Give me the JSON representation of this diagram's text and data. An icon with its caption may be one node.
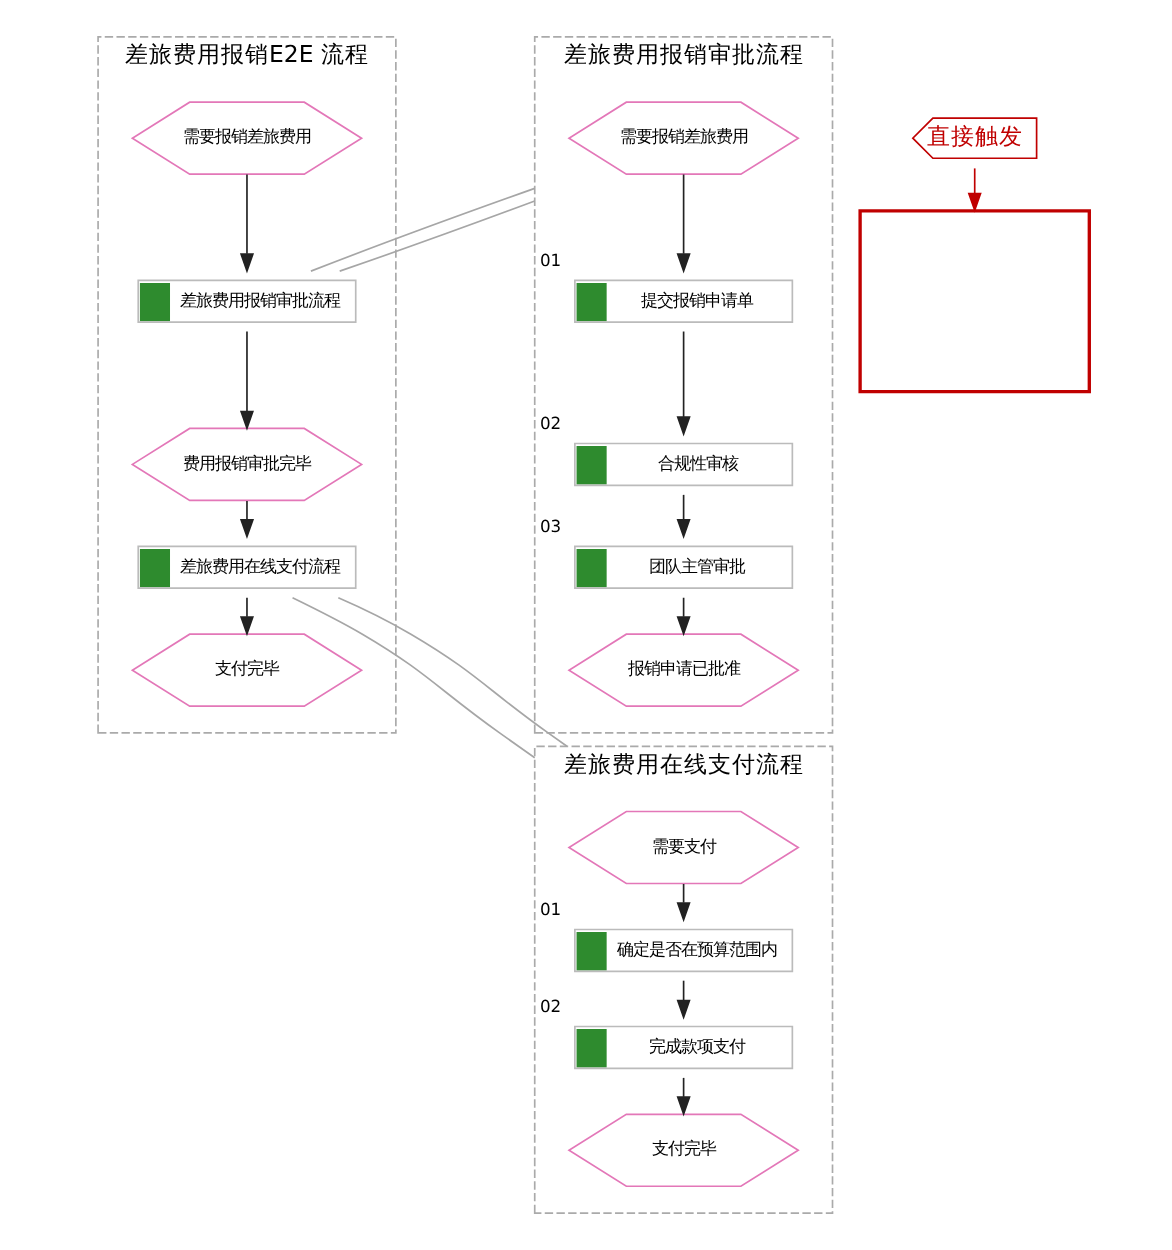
{
  "diagram": {
    "nodes": [
      {
        "text": [
          "差旅费用报销E2E 流程"
        ]
      },
      {
        "text": [
          "需要报销差旅费用"
        ],
        "in": 0
      },
      {
        "text": [
          "差旅费用报销审批流程"
        ],
        "in": 0
      },
      {
        "text": [
          "费用报销审批完毕"
        ],
        "in": 0
      },
      {
        "text": [
          "差旅费用在线支付流程"
        ],
        "in": 0
      },
      {
        "text": [
          "支付完毕"
        ],
        "in": 0
      },
      {
        "text": [
          "差旅费用报销审批流程"
        ]
      },
      {
        "text": [
          "需要报销差旅费用"
        ],
        "in": 6
      },
      {
        "text": [
          "提交报销申请单"
        ],
        "in": 6,
        "beside": [
          "01"
        ]
      },
      {
        "text": [
          "合规性审核"
        ],
        "in": 6,
        "beside": [
          "02"
        ]
      },
      {
        "text": [
          "团队主管审批"
        ],
        "in": 6,
        "beside": [
          "03"
        ]
      },
      {
        "text": [
          "报销申请已批准"
        ],
        "in": 6
      },
      {
        "text": [
          "差旅费用在线支付流程"
        ]
      },
      {
        "text": [
          "需要支付"
        ],
        "in": 12
      },
      {
        "text": [
          "确定是否在预算范围内"
        ],
        "in": 12,
        "beside": [
          "01"
        ]
      },
      {
        "text": [
          "完成款项支付"
        ],
        "in": 12,
        "beside": [
          "02"
        ]
      },
      {
        "text": [
          "支付完毕"
        ],
        "in": 12
      },
      {
        "text": [
          "直接触发"
        ]
      },
      {
        "text": [],
        "shape": "box"
      }
    ],
    "edges": [
      {
        "from": 1,
        "to": 2,
        "arrow": "to"
      },
      {
        "from": 2,
        "to": 3,
        "arrow": "to"
      },
      {
        "from": 3,
        "to": 4,
        "arrow": "to"
      },
      {
        "from": 4,
        "to": 5,
        "arrow": "to"
      },
      {
        "from": 7,
        "to": 8,
        "arrow": "to"
      },
      {
        "from": 8,
        "to": 9,
        "arrow": "to"
      },
      {
        "from": 9,
        "to": 10,
        "arrow": "to"
      },
      {
        "from": 10,
        "to": 11,
        "arrow": "to"
      },
      {
        "from": 13,
        "to": 14,
        "arrow": "to"
      },
      {
        "from": 14,
        "to": 15,
        "arrow": "to"
      },
      {
        "from": 15,
        "to": 16,
        "arrow": "to"
      },
      {
        "from": 2,
        "to": 6,
        "arrow": "none",
        "color": "#a6a6a6"
      },
      {
        "from": 2,
        "to": 6,
        "arrow": "none",
        "color": "#a6a6a6"
      },
      {
        "from": 4,
        "to": 12,
        "arrow": "none",
        "color": "#a6a6a6"
      },
      {
        "from": 4,
        "to": 12,
        "arrow": "none",
        "color": "#a6a6a6"
      },
      {
        "from": 17,
        "to": 18,
        "arrow": "to",
        "color": "#c00000"
      }
    ]
  }
}
